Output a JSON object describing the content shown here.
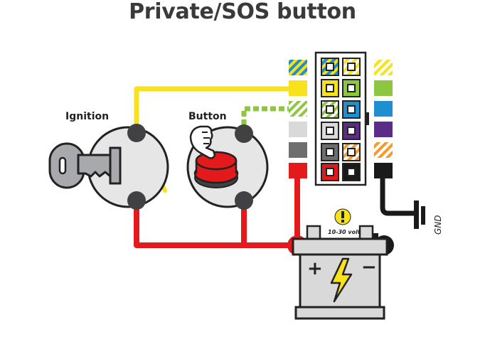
{
  "title": "Private/SOS button",
  "labels": {
    "ignition": "Ignition",
    "button": "Button",
    "voltage": "10-30 volt",
    "ground": "GND"
  },
  "battery": {
    "plus": "+",
    "minus": "−"
  },
  "colors": {
    "red": "#e3191b",
    "yellow": "#f7e21b",
    "green": "#8dc63f",
    "blue": "#1f8fd0",
    "purple": "#5b2d86",
    "orange": "#f39a2d",
    "black": "#1a1a1a",
    "grey": "#d9d9d9",
    "dark_grey": "#6d6e70",
    "outline": "#222222"
  },
  "connector": {
    "left_column_tabs": [
      "blue-yellow-striped",
      "yellow",
      "green-striped",
      "light-grey",
      "dark-grey",
      "red"
    ],
    "right_column_tabs": [
      "yellow-striped",
      "green",
      "blue",
      "purple",
      "orange-striped",
      "black"
    ]
  }
}
